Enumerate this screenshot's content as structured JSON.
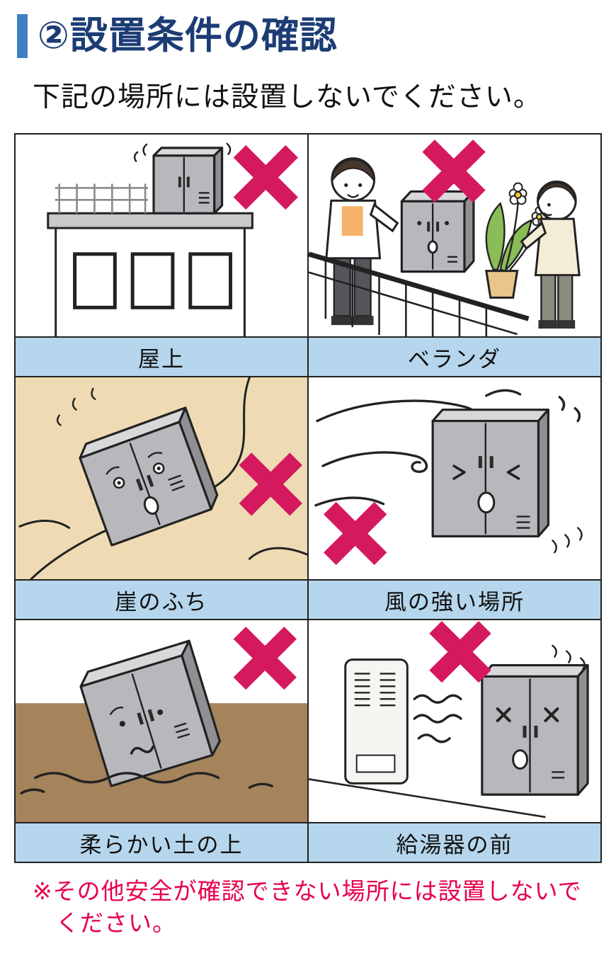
{
  "header": {
    "title": "②設置条件の確認",
    "subtitle": "下記の場所には設置しないでください。"
  },
  "panels": [
    {
      "id": "rooftop",
      "caption": "屋上",
      "icon": "x-mark-icon"
    },
    {
      "id": "veranda",
      "caption": "ベランダ",
      "icon": "x-mark-icon"
    },
    {
      "id": "cliff-edge",
      "caption": "崖のふち",
      "icon": "x-mark-icon"
    },
    {
      "id": "windy-place",
      "caption": "風の強い場所",
      "icon": "x-mark-icon"
    },
    {
      "id": "soft-soil",
      "caption": "柔らかい土の上",
      "icon": "x-mark-icon"
    },
    {
      "id": "water-heater",
      "caption": "給湯器の前",
      "icon": "x-mark-icon"
    }
  ],
  "footer": {
    "note": "※その他安全が確認できない場所には設置しないでください。"
  },
  "colors": {
    "title_blue": "#1c3c74",
    "accent_bar": "#3e7fc3",
    "caption_bg": "#b5d6ec",
    "x_mark": "#d5195e",
    "note_red": "#e60049",
    "cliff_tan": "#eedbb4",
    "soil_brown": "#a5835b",
    "cabinet_front": "#b8b8bc",
    "cabinet_side": "#8f8f94",
    "cabinet_top": "#d8d8db"
  }
}
